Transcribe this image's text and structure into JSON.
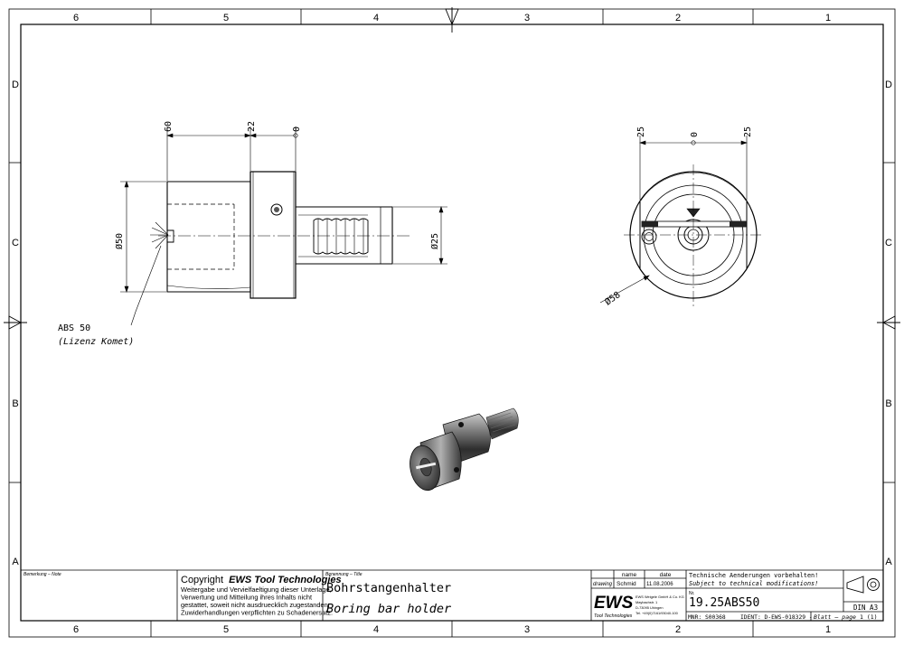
{
  "grid": {
    "columns": [
      "6",
      "5",
      "4",
      "3",
      "2",
      "1"
    ],
    "rows": [
      "D",
      "C",
      "B",
      "A"
    ]
  },
  "dimensions": {
    "side_60": "60",
    "side_22": "22",
    "side_0": "0",
    "dia_50": "Ø50",
    "dia_25": "Ø25",
    "front_25_left": "25",
    "front_0": "0",
    "front_25_right": "25",
    "dia_58": "Ø58"
  },
  "callout": {
    "name": "ABS 50",
    "note": "(Lizenz Komet)"
  },
  "title_block": {
    "remarks_label": "Bemerkung – Note",
    "copyright_prefix": "Copyright",
    "copyright_brand": "EWS Tool Technologies",
    "copyright_lines": [
      "Weitergabe und Vervielfaeltigung dieser Unterlage,",
      "Verwertung und Mitteilung ihres Inhalts nicht",
      "gestattet, soweit nicht ausdruecklich zugestanden.",
      "Zuwiderhandlungen verpflichten zu Schadenersatz."
    ],
    "title_label": "Benennung – Title",
    "title_de": "Bohrstangenhalter",
    "title_en": "Boring bar holder",
    "name_header": "name",
    "date_header": "date",
    "drawing_label": "drawing",
    "drawing_name": "Schmid",
    "drawing_date": "11.08.2006",
    "logo_text": "EWS",
    "logo_sub": "Tool Technologies",
    "address_lines": [
      "EWS Weigele GmbH & Co. KG",
      "Maybachstr. 1",
      "D-73095 Uhingen",
      "Tel. +49(0)7161/93040-100"
    ],
    "modification_de": "Technische Aenderungen vorbehalten!",
    "modification_en": "Subject to technical modifications!",
    "number_label": "Nr.",
    "part_number": "19.25ABS50",
    "format": "DIN A3",
    "mnr": "MNR: S00368",
    "ident": "IDENT: D-EWS-018329 -",
    "sheet_label": "Blatt – page",
    "sheet_value": "1 (1)"
  }
}
